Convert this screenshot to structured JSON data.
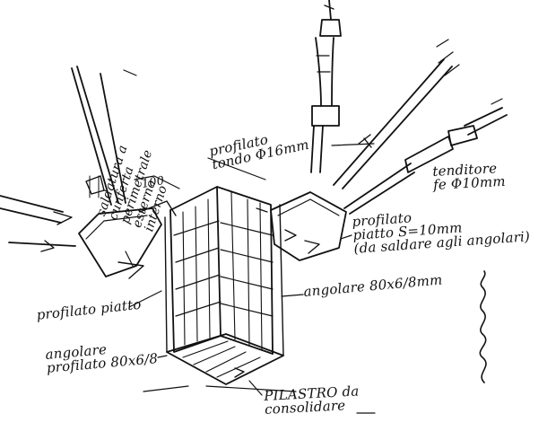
{
  "labels": {
    "saldatura": [
      "saldatura a",
      "cunferta",
      "perimetrale",
      "esterno",
      "interno"
    ],
    "dim_side": "100",
    "profilato_tondo": [
      "profilato",
      "tondo Φ16mm"
    ],
    "tenditore": [
      "tenditore",
      "fe Φ10mm"
    ],
    "profilato_piatto_right": [
      "profilato",
      "piatto S=10mm",
      "(da saldare agli angolari)"
    ],
    "angolare_right": "angolare 80x6/8mm",
    "profilato_piatto_left": "profilato piatto",
    "angolare_profilato_left": [
      "angolare",
      "profilato 80x6/8"
    ],
    "pilastro": [
      "PILASTRO da",
      "consolidare"
    ]
  }
}
